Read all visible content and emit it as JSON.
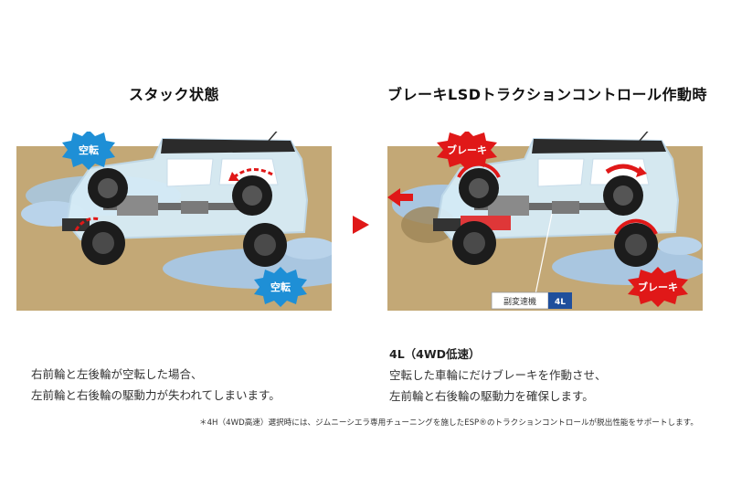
{
  "left_panel": {
    "title": "スタック状態",
    "badges": {
      "spin_front": "空転",
      "spin_rear": "空転"
    },
    "caption": {
      "line1": "右前輪と左後輪が空転した場合、",
      "line2": "左前輪と右後輪の駆動力が失われてしまいます。"
    }
  },
  "right_panel": {
    "title": "ブレーキLSDトラクションコントロール作動時",
    "badges": {
      "brake_front": "ブレーキ",
      "brake_rear": "ブレーキ"
    },
    "gear_indicator": {
      "label": "副変速機",
      "value": "4L"
    },
    "mode": "4L（4WD低速）",
    "caption": {
      "line1": "空転した車輪にだけブレーキを作動させ、",
      "line2": "左前輪と右後輪の駆動力を確保します。"
    }
  },
  "footnote": "＊4H（4WD高速）選択時には、ジムニーシエラ専用チューニングを施したESP®のトラクションコントロールが脱出性能をサポートします。",
  "colors": {
    "mud": "#c3a876",
    "water": "#a9c6e0",
    "spin_badge": "#1e8fd6",
    "brake_badge": "#e01818",
    "gear_value_bg": "#1f4f9c",
    "transition_arrow": "#e01818"
  }
}
